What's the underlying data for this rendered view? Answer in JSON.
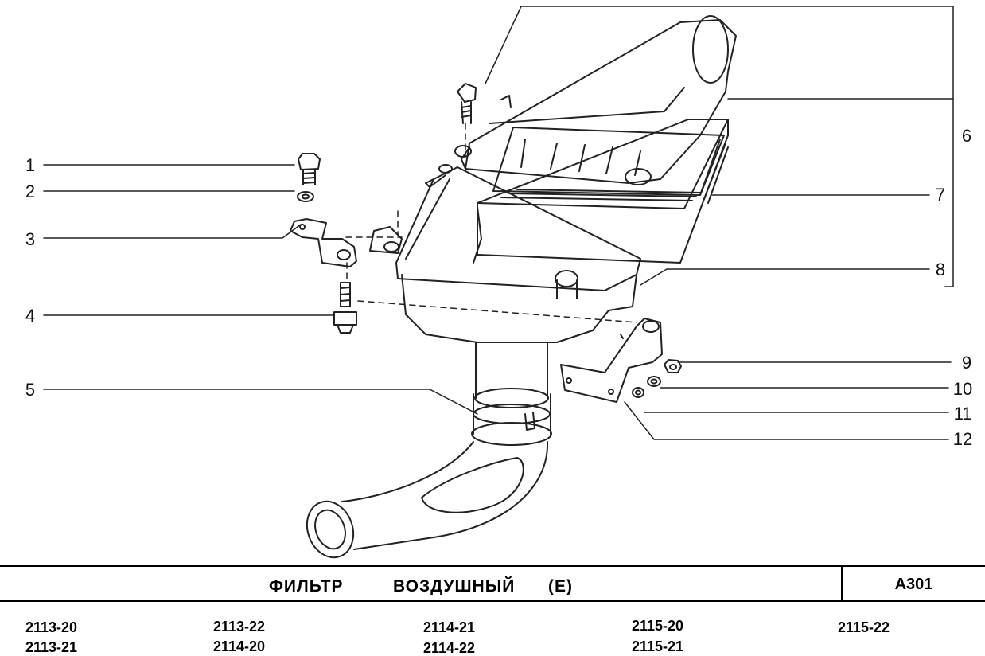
{
  "diagram": {
    "callouts": [
      "1",
      "2",
      "3",
      "4",
      "5",
      "6",
      "7",
      "8",
      "9",
      "10",
      "11",
      "12"
    ]
  },
  "footer": {
    "title": "ФИЛЬТР   ВОЗДУШНЫЙ  (Е)",
    "code": "А301",
    "models": [
      [
        "2113-20",
        "2113-21"
      ],
      [
        "2113-22",
        "2114-20"
      ],
      [
        "2114-21",
        "2114-22"
      ],
      [
        "2115-20",
        "2115-21"
      ],
      [
        "2115-22"
      ]
    ]
  }
}
